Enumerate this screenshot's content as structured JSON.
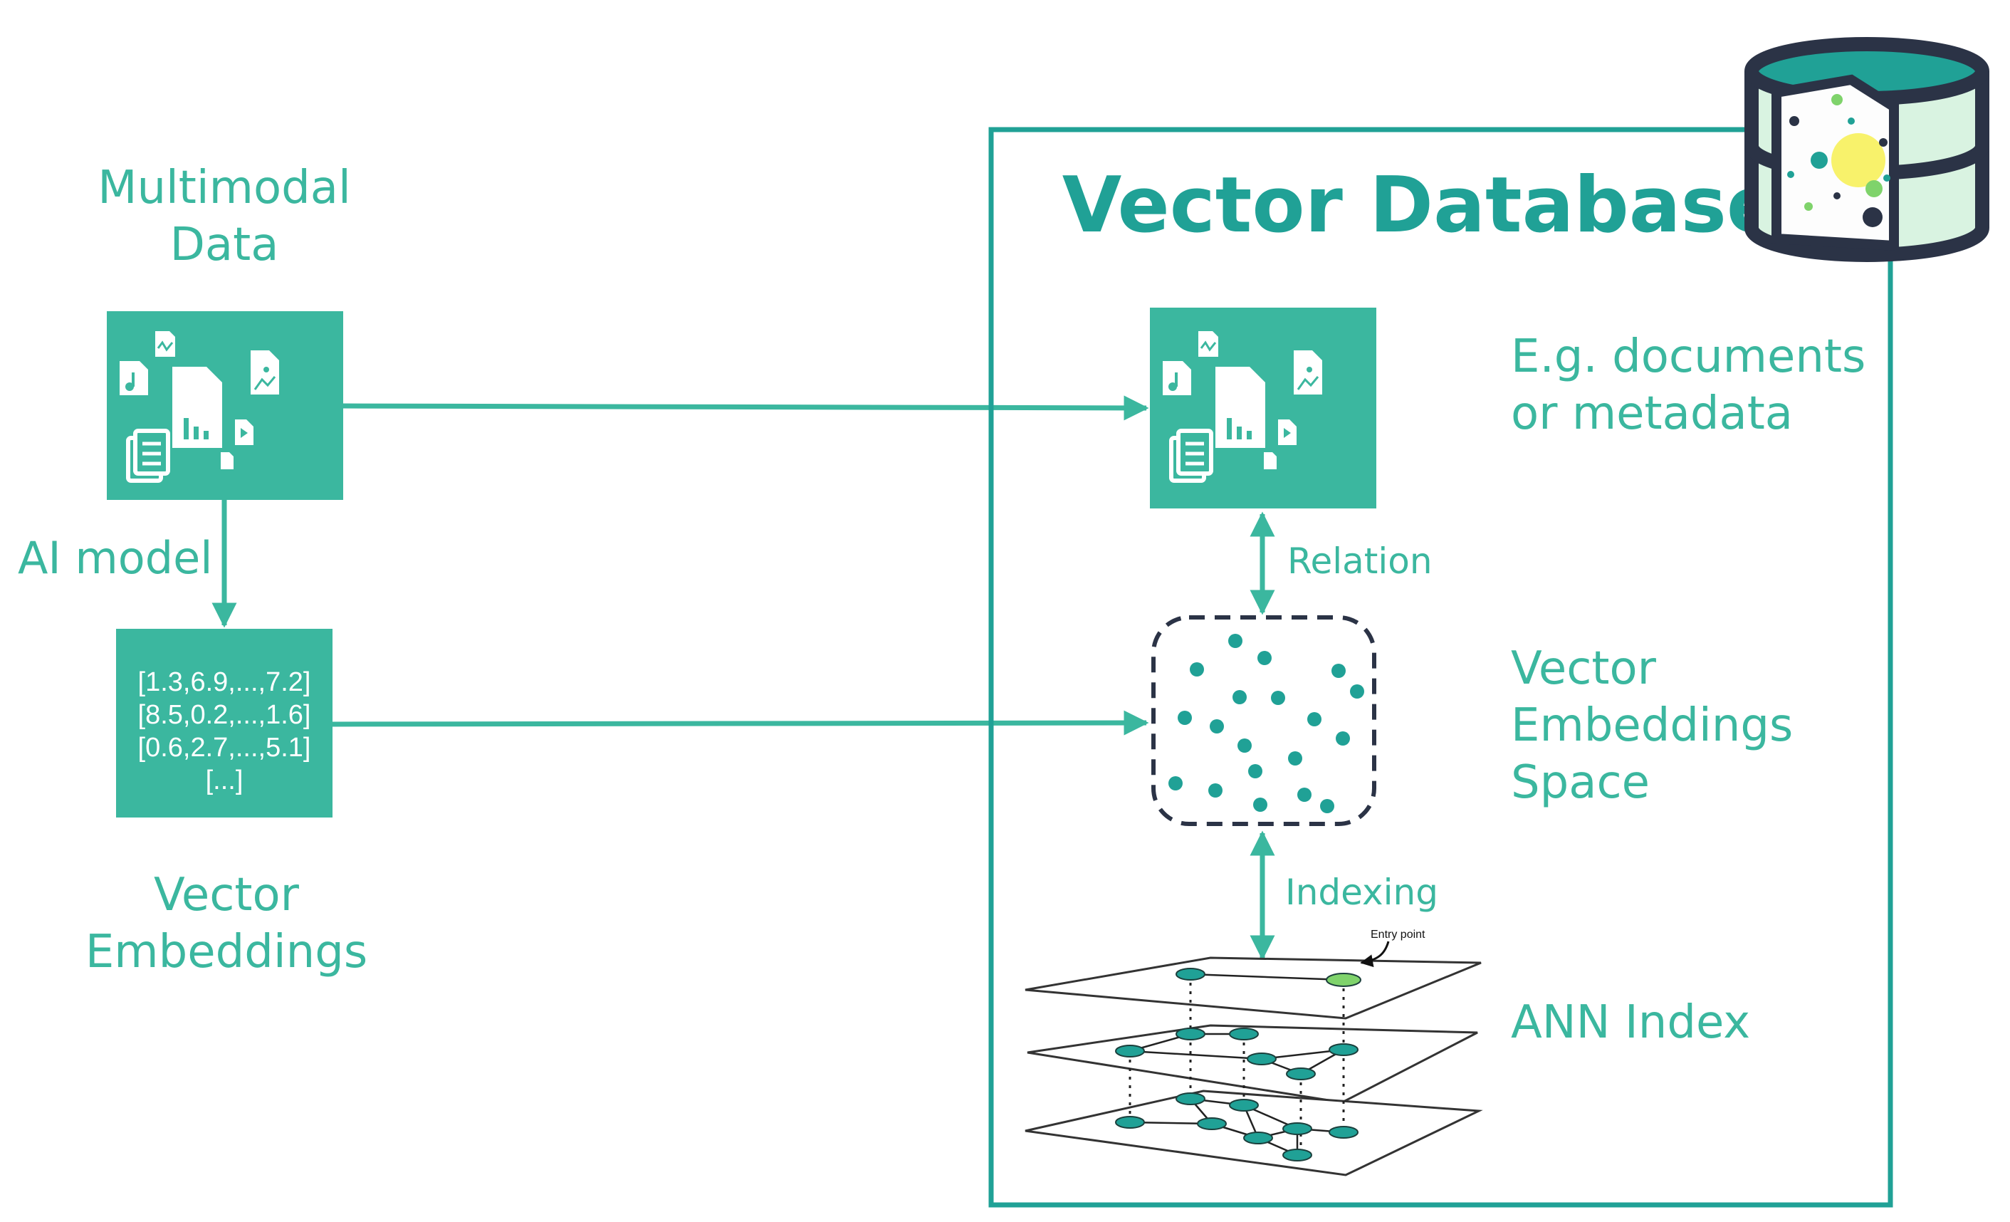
{
  "source": {
    "title_line1": "Multimodal",
    "title_line2": "Data",
    "model_label": "AI model",
    "embeddings_label_line1": "Vector",
    "embeddings_label_line2": "Embeddings",
    "vectors": [
      "[1.3,6.9,...,7.2]",
      "[8.5,0.2,...,1.6]",
      "[0.6,2.7,...,5.1]",
      "[...]"
    ]
  },
  "database": {
    "title": "Vector Database",
    "docs_label_line1": "E.g. documents",
    "docs_label_line2": "or metadata",
    "relation_label": "Relation",
    "space_label_line1": "Vector",
    "space_label_line2": "Embeddings",
    "space_label_line3": "Space",
    "indexing_label": "Indexing",
    "ann_label": "ANN Index",
    "entry_point_label": "Entry point"
  },
  "colors": {
    "teal_box": "#3bb79f",
    "teal_line": "#20a196",
    "navy": "#2b3346",
    "light_green": "#7fd36b"
  }
}
